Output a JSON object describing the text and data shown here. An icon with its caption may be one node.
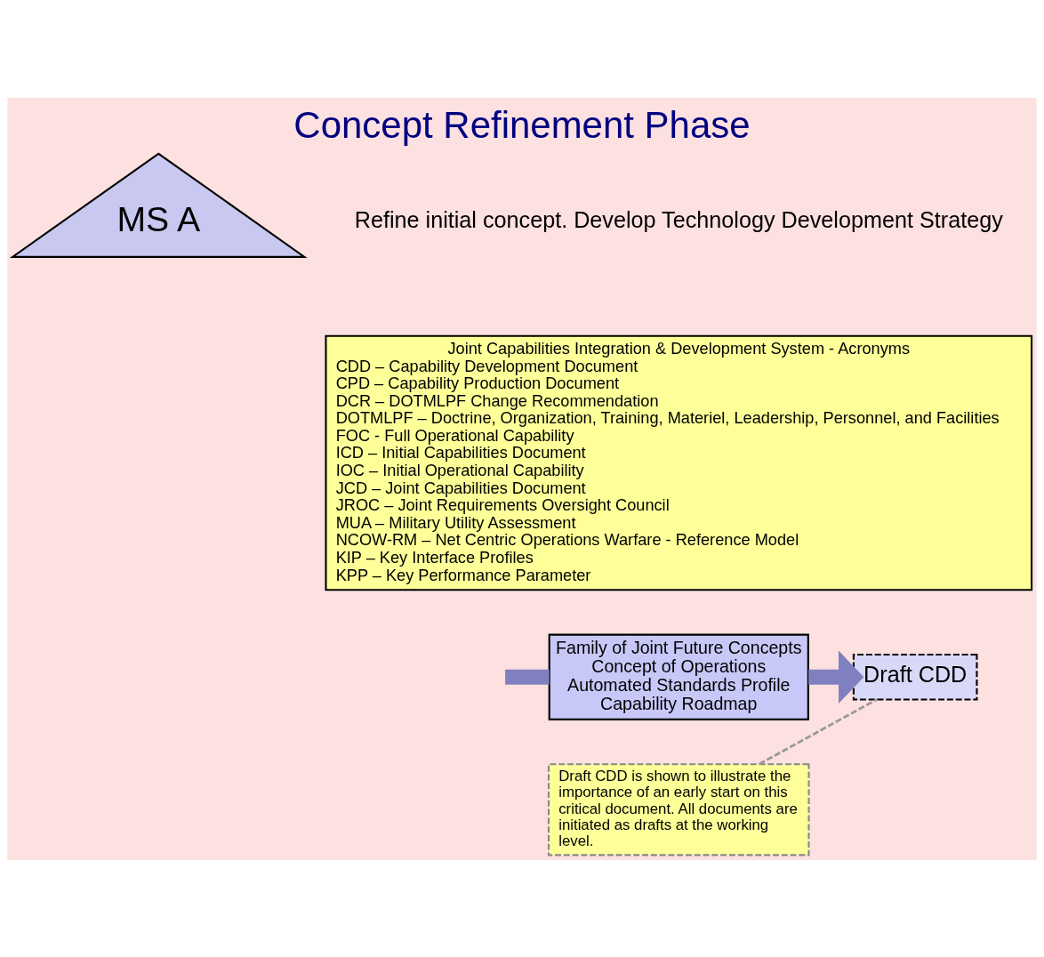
{
  "diagram": {
    "title": "Concept Refinement Phase",
    "nodes": [
      {
        "text": [
          "MS A"
        ]
      },
      {
        "text": [
          "Joint Capabilities Integration & Development System - Acronyms",
          "CDD – Capability Development Document",
          "CPD – Capability Production Document",
          "DCR – DOTMLPF Change Recommendation",
          "DOTMLPF – Doctrine, Organization, Training, Materiel, Leadership, Personnel, and Facilities",
          "FOC - Full Operational Capability",
          "ICD – Initial Capabilities Document",
          "IOC – Initial Operational Capability",
          "JCD – Joint Capabilities Document",
          "JROC – Joint Requirements Oversight Council",
          "MUA – Military Utility Assessment",
          "NCOW-RM – Net Centric Operations Warfare - Reference Model",
          "KIP – Key Interface Profiles",
          "KPP – Key Performance Parameter"
        ]
      },
      {
        "text": [
          "Family of Joint Future Concepts",
          "Concept of Operations",
          "Automated Standards Profile",
          "Capability Roadmap"
        ]
      },
      {
        "text": [
          "Draft CDD"
        ]
      },
      {
        "text": [
          "Draft CDD is shown to illustrate the importance of an early start on this critical document. All documents are initiated as drafts at the working level."
        ]
      }
    ],
    "edges": [
      {
        "from": null,
        "to": 2,
        "arrow": "none"
      },
      {
        "from": 2,
        "to": 3,
        "arrow": "to"
      },
      {
        "from": 4,
        "to": 3,
        "arrow": "none",
        "style": "dashed",
        "color": "#999999"
      }
    ],
    "labels": [
      "Refine initial concept. Develop Technology Development Strategy"
    ]
  }
}
